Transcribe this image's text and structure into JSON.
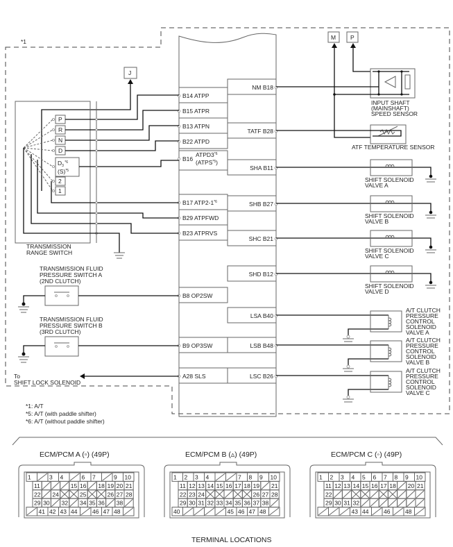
{
  "diagram": {
    "group_note": "*1",
    "ecm_left_terminals": [
      {
        "pin": "B14",
        "signal": "ATPP"
      },
      {
        "pin": "B15",
        "signal": "ATPR"
      },
      {
        "pin": "B13",
        "signal": "ATPN"
      },
      {
        "pin": "B22",
        "signal": "ATPD"
      },
      {
        "pin": "B16",
        "signal": "ATPD3",
        "note": "*6",
        "alt_signal": "(ATPS",
        "alt_note": "*5",
        "alt_close": ")"
      },
      {
        "pin": "B17",
        "signal": "ATP2-1",
        "note": "*6"
      },
      {
        "pin": "B29",
        "signal": "ATPFWD"
      },
      {
        "pin": "B23",
        "signal": "ATPRVS"
      },
      {
        "pin": "B8",
        "signal": "OP2SW"
      },
      {
        "pin": "B9",
        "signal": "OP3SW"
      },
      {
        "pin": "A28",
        "signal": "SLS"
      }
    ],
    "ecm_right_terminals": [
      {
        "signal": "NM",
        "pin": "B18"
      },
      {
        "signal": "TATF",
        "pin": "B28"
      },
      {
        "signal": "SHA",
        "pin": "B11"
      },
      {
        "signal": "SHB",
        "pin": "B27"
      },
      {
        "signal": "SHC",
        "pin": "B21"
      },
      {
        "signal": "SHD",
        "pin": "B12"
      },
      {
        "signal": "LSA",
        "pin": "B40"
      },
      {
        "signal": "LSB",
        "pin": "B48"
      },
      {
        "signal": "LSC",
        "pin": "B26"
      }
    ],
    "connector_refs": {
      "j": "J",
      "m": "M",
      "p": "P"
    },
    "range_switch": {
      "positions": [
        "P",
        "R",
        "N",
        "D",
        "2",
        "1"
      ],
      "d3_label": "D",
      "d3_sub": "3",
      "d3_note": "*6",
      "s_label": "(S)",
      "s_note": "*5",
      "name_line1": "TRANSMISSION",
      "name_line2": "RANGE SWITCH"
    },
    "pressure_switch_a": [
      "TRANSMISSION FLUID",
      "PRESSURE SWITCH A",
      "(2ND CLUTCH)"
    ],
    "pressure_switch_b": [
      "TRANSMISSION FLUID",
      "PRESSURE SWITCH B",
      "(3RD CLUTCH)"
    ],
    "shift_lock": [
      "To",
      "SHIFT LOCK SOLENOID"
    ],
    "input_shaft_sensor": [
      "INPUT SHAFT",
      "(MAINSHAFT)",
      "SPEED SENSOR"
    ],
    "atf_sensor": "ATF TEMPERATURE SENSOR",
    "shift_solenoids": [
      [
        "SHIFT SOLENOID",
        "VALVE A"
      ],
      [
        "SHIFT SOLENOID",
        "VALVE B"
      ],
      [
        "SHIFT SOLENOID",
        "VALVE C"
      ],
      [
        "SHIFT SOLENOID",
        "VALVE D"
      ]
    ],
    "clutch_solenoids": [
      [
        "A/T CLUTCH",
        "PRESSURE",
        "CONTROL",
        "SOLENOID",
        "VALVE A"
      ],
      [
        "A/T CLUTCH",
        "PRESSURE",
        "CONTROL",
        "SOLENOID",
        "VALVE B"
      ],
      [
        "A/T CLUTCH",
        "PRESSURE",
        "CONTROL",
        "SOLENOID",
        "VALVE C"
      ]
    ],
    "footnotes": [
      "*1: A/T",
      "*5: A/T (with paddle shifter)",
      "*6: A/T (without paddle shifter)"
    ]
  },
  "connectors": [
    {
      "title": "ECM/PCM A (▫) (49P)",
      "rows": [
        [
          "1",
          "/",
          "3",
          "4",
          "/",
          "6",
          "7",
          "/",
          "9",
          "10"
        ],
        [
          "11",
          "/",
          "/",
          "/",
          "15",
          "16",
          "/",
          "18",
          "19",
          "20",
          "21"
        ],
        [
          "22",
          "/",
          "24",
          "X",
          "X",
          "25",
          "X",
          "X",
          "26",
          "27",
          "28"
        ],
        [
          "29",
          "30",
          "/",
          "32",
          "/",
          "34",
          "35",
          "36",
          "/",
          "38",
          "/"
        ],
        [
          "/",
          "41",
          "42",
          "43",
          "44",
          "/",
          "46",
          "47",
          "48",
          "/"
        ]
      ]
    },
    {
      "title": "ECM/PCM B (▵) (49P)",
      "rows": [
        [
          "1",
          "2",
          "3",
          "4",
          "/",
          "/",
          "7",
          "8",
          "9",
          "10"
        ],
        [
          "11",
          "12",
          "13",
          "14",
          "15",
          "16",
          "17",
          "18",
          "19",
          "/",
          "21"
        ],
        [
          "22",
          "23",
          "24",
          "X",
          "X",
          "/",
          "X",
          "X",
          "26",
          "27",
          "28"
        ],
        [
          "29",
          "30",
          "31",
          "32",
          "33",
          "34",
          "35",
          "36",
          "37",
          "38",
          "/"
        ],
        [
          "40",
          "/",
          "/",
          "/",
          "/",
          "45",
          "46",
          "47",
          "48",
          "/"
        ]
      ]
    },
    {
      "title": "ECM/PCM C (◦) (49P)",
      "rows": [
        [
          "1",
          "2",
          "3",
          "4",
          "5",
          "6",
          "7",
          "8",
          "9",
          "10"
        ],
        [
          "11",
          "12",
          "13",
          "14",
          "15",
          "16",
          "17",
          "18",
          "/",
          "20",
          "21"
        ],
        [
          "22",
          "/",
          "/",
          "X",
          "X",
          "/",
          "X",
          "X",
          "/",
          "/",
          "/"
        ],
        [
          "29",
          "30",
          "31",
          "32",
          "/",
          "/",
          "/",
          "/",
          "/",
          "/",
          "/"
        ],
        [
          "/",
          "/",
          "/",
          "43",
          "44",
          "/",
          "46",
          "/",
          "48",
          "/"
        ]
      ]
    }
  ],
  "footer_title": "TERMINAL LOCATIONS"
}
